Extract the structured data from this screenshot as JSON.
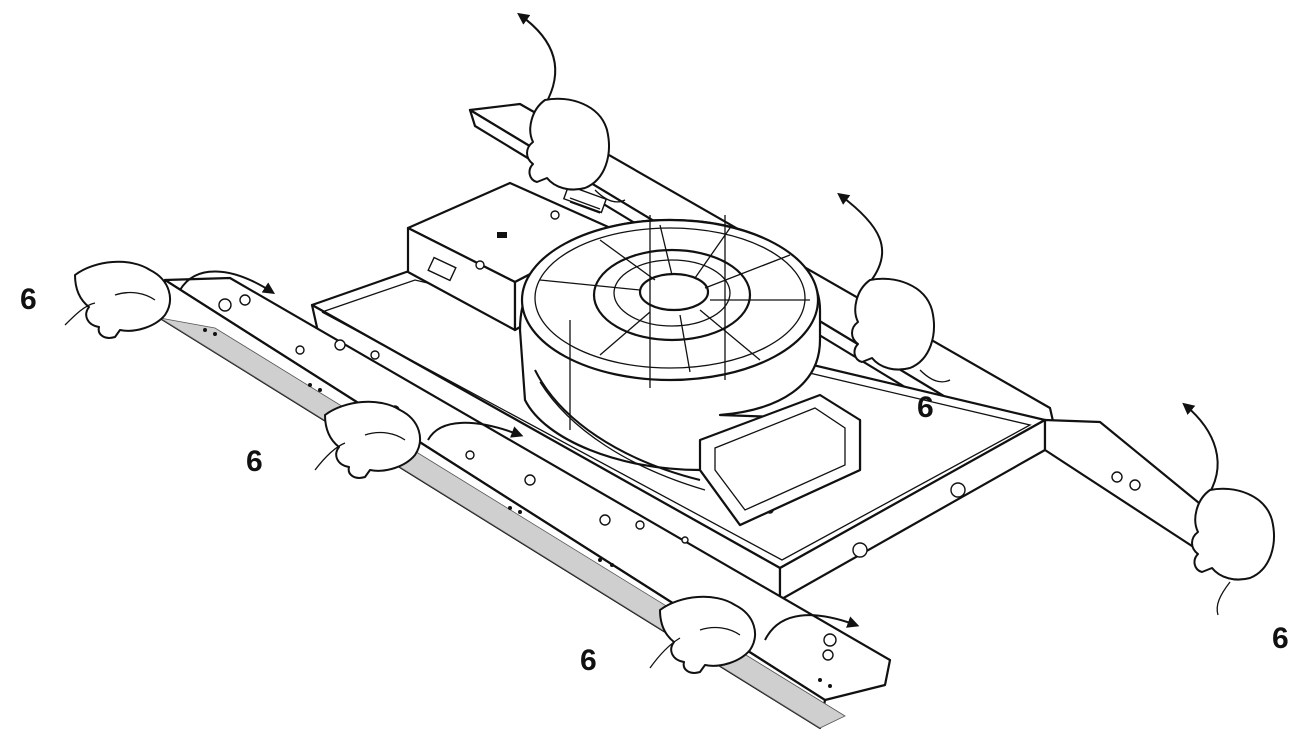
{
  "callouts": [
    {
      "id": "left-rail-top",
      "text": "6"
    },
    {
      "id": "left-rail-middle",
      "text": "6"
    },
    {
      "id": "left-rail-bottom",
      "text": "6"
    },
    {
      "id": "right-rail-middle",
      "text": "6"
    },
    {
      "id": "right-rail-end",
      "text": "6"
    }
  ],
  "colors": {
    "line": "#111111",
    "background": "#ffffff",
    "tape": "#cfcfcf"
  },
  "icons": {
    "arrow": "curved-arrow-icon",
    "hand": "hand-icon"
  }
}
